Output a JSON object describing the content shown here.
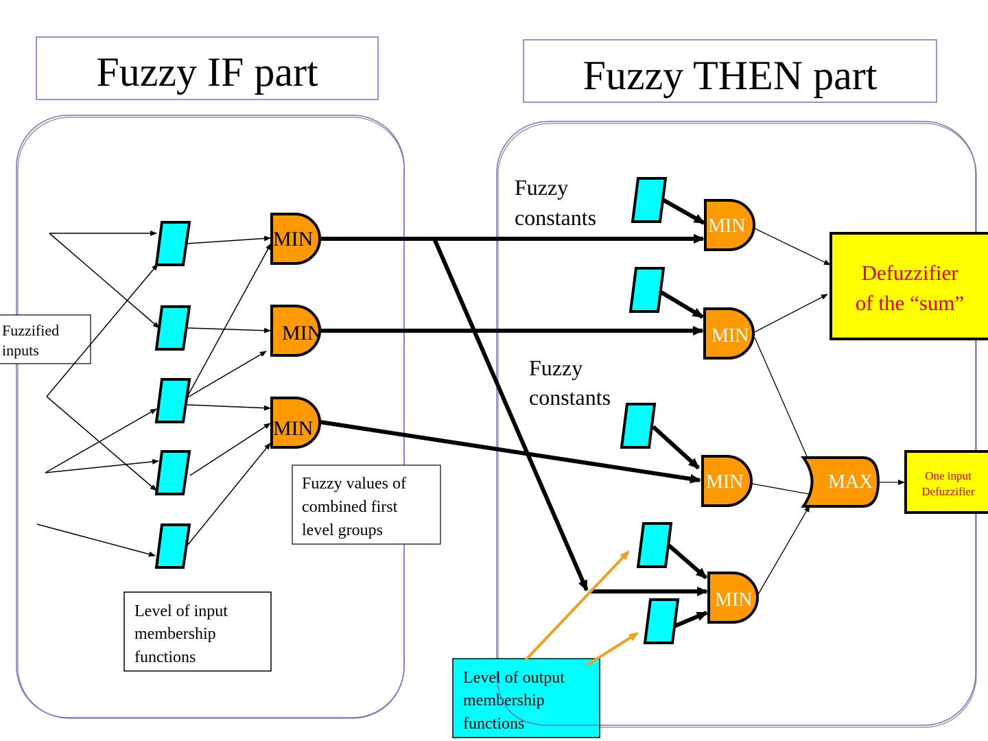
{
  "titles": {
    "if_part": "Fuzzy IF part",
    "then_part": "Fuzzy THEN  part"
  },
  "labels": {
    "fuzzified_inputs": [
      "Fuzzified",
      "inputs"
    ],
    "fuzzy_constants_1": [
      "Fuzzy",
      "constants"
    ],
    "fuzzy_constants_2": [
      "Fuzzy",
      "constants"
    ],
    "fuzzy_values": [
      "Fuzzy values of",
      "combined first",
      "level groups"
    ],
    "input_levels": [
      "Level of  input",
      "membership",
      "functions"
    ],
    "output_levels": [
      "Level of  output",
      "membership",
      "functions"
    ]
  },
  "gates": {
    "if_min": [
      "MIN",
      "MIN",
      "MIN"
    ],
    "then_min": [
      "MIN",
      "MIN",
      "MIN",
      "MIN"
    ],
    "max": "MAX"
  },
  "defuzzifiers": {
    "sum": [
      "Defuzzifier",
      "of the “sum”"
    ],
    "one_input": [
      "One input",
      "Defuzzifier"
    ]
  },
  "colors": {
    "gate_fill": "#ff9900",
    "membership_fill": "#00ffff",
    "defuzzifier_fill": "#ffff00",
    "defuzzifier_text": "#e00000",
    "frame_stroke": "#7070d0",
    "annotation_arrow": "#f0a020"
  }
}
